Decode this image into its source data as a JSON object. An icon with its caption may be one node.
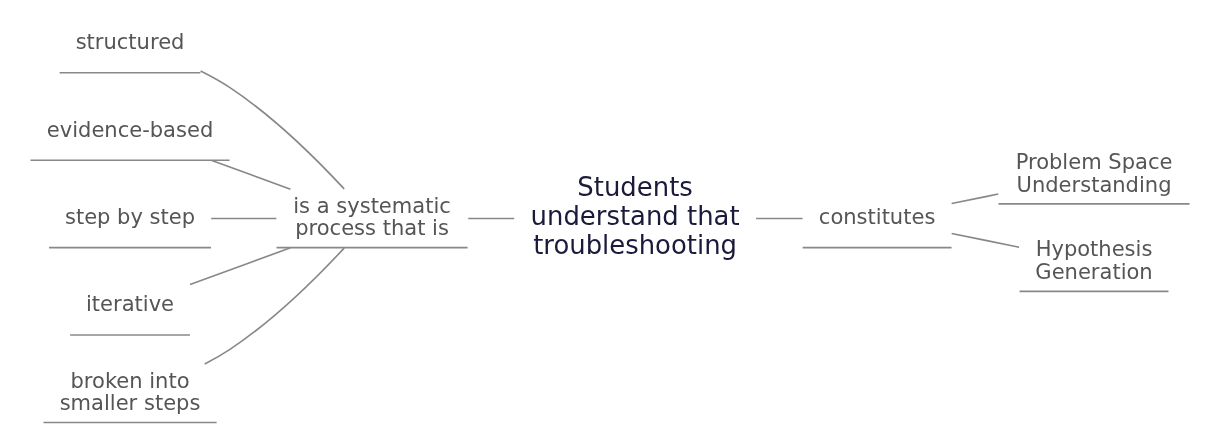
{
  "diagram": {
    "nodes": [
      {
        "text": [
          "Students understand that troubleshooting"
        ]
      },
      {
        "text": [
          "is a systematic process that is"
        ]
      },
      {
        "text": [
          "structured"
        ]
      },
      {
        "text": [
          "evidence-based"
        ]
      },
      {
        "text": [
          "step by step"
        ]
      },
      {
        "text": [
          "iterative"
        ]
      },
      {
        "text": [
          "broken into smaller steps"
        ]
      },
      {
        "text": [
          "constitutes"
        ]
      },
      {
        "text": [
          "Problem Space Understanding"
        ]
      },
      {
        "text": [
          "Hypothesis Generation"
        ]
      }
    ],
    "edges": [
      {
        "from": 2,
        "to": 1,
        "arrow": "none"
      },
      {
        "from": 3,
        "to": 1,
        "arrow": "none"
      },
      {
        "from": 4,
        "to": 1,
        "arrow": "none"
      },
      {
        "from": 5,
        "to": 1,
        "arrow": "none"
      },
      {
        "from": 6,
        "to": 1,
        "arrow": "none"
      },
      {
        "from": 1,
        "to": 0,
        "arrow": "none"
      },
      {
        "from": 0,
        "to": 7,
        "arrow": "none"
      },
      {
        "from": 7,
        "to": 8,
        "arrow": "none"
      },
      {
        "from": 7,
        "to": 9,
        "arrow": "none"
      }
    ]
  }
}
